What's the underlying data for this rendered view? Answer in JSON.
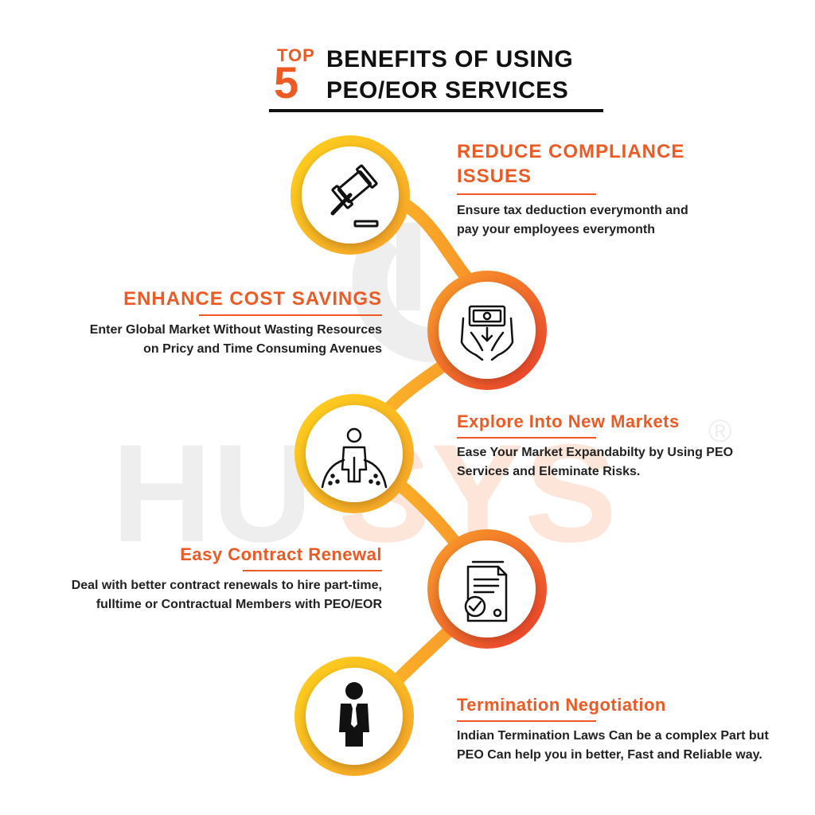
{
  "header": {
    "top_label": "TOP",
    "number": "5",
    "title_line1": "BENEFITS OF USING",
    "title_line2": "PEO/EOR SERVICES"
  },
  "watermark": {
    "text_gray": "HU",
    "text_orange": "SYS",
    "mark": "®"
  },
  "benefits": [
    {
      "heading_line1": "REDUCE COMPLIANCE",
      "heading_line2": "ISSUES",
      "desc_line1": "Ensure tax deduction everymonth and",
      "desc_line2": "pay your employees everymonth",
      "icon": "gavel-icon"
    },
    {
      "heading_line1": "ENHANCE COST SAVINGS",
      "desc_line1": "Enter Global Market Without Wasting Resources",
      "desc_line2": "on Pricy and Time Consuming Avenues",
      "icon": "money-hands-icon"
    },
    {
      "heading_line1": "Explore Into New Markets",
      "desc_line1": "Ease Your Market Expandabilty by Using PEO",
      "desc_line2": "Services and Eleminate Risks.",
      "icon": "person-globe-icon"
    },
    {
      "heading_line1": "Easy Contract Renewal",
      "desc_line1": "Deal with better contract renewals to hire part-time,",
      "desc_line2": "fulltime or Contractual Members with PEO/EOR",
      "icon": "contract-document-icon"
    },
    {
      "heading_line1": "Termination Negotiation",
      "desc_line1": "Indian Termination Laws Can be a complex Part but",
      "desc_line2": "PEO Can help you in better, Fast and Reliable way.",
      "icon": "businessman-icon"
    }
  ],
  "colors": {
    "accent": "#ee5a24",
    "gradient_yellow": "#ffd21c",
    "gradient_orange": "#f9a229",
    "gradient_red": "#ee3b2d",
    "text_dark": "#111111",
    "watermark_gray": "#eeeeee",
    "watermark_orange": "#fde6d9"
  }
}
